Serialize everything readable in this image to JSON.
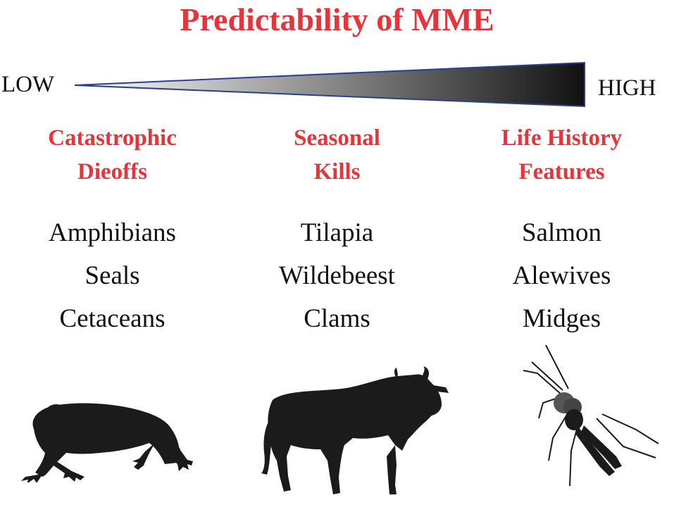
{
  "title": "Predictability of MME",
  "scale": {
    "low_label": "LOW",
    "high_label": "HIGH",
    "gradient_from": "#ffffff",
    "gradient_to": "#111111",
    "outline_color": "#2b3f8f"
  },
  "accent_color": "#e8333a",
  "categories": [
    {
      "heading": [
        "Catastrophic",
        "Dieoffs"
      ],
      "species": [
        "Amphibians",
        "Seals",
        "Cetaceans"
      ],
      "illustration": "frog-silhouette"
    },
    {
      "heading": [
        "Seasonal",
        "Kills"
      ],
      "species": [
        "Tilapia",
        "Wildebeest",
        "Clams"
      ],
      "illustration": "wildebeest-silhouette"
    },
    {
      "heading": [
        "Life History",
        "Features"
      ],
      "species": [
        "Salmon",
        "Alewives",
        "Midges"
      ],
      "illustration": "midge-silhouette"
    }
  ]
}
